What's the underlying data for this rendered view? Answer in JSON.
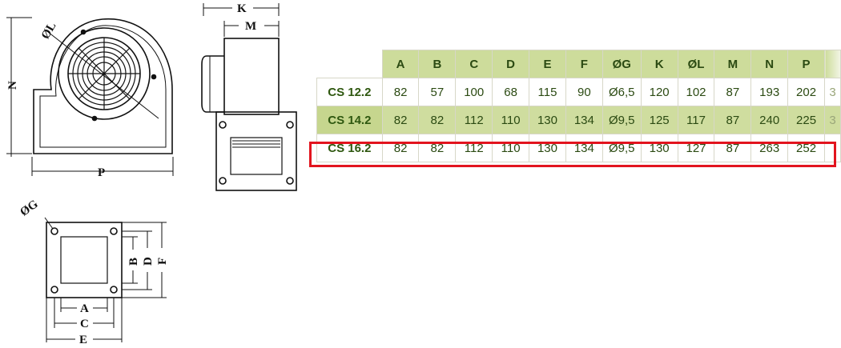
{
  "diagram": {
    "labels": {
      "dim_L": "ØL",
      "dim_N": "N",
      "dim_P": "P",
      "dim_K": "K",
      "dim_M": "M",
      "dim_G": "ØG",
      "dim_A": "A",
      "dim_C": "C",
      "dim_E": "E",
      "dim_B": "B",
      "dim_D": "D",
      "dim_F": "F"
    }
  },
  "table": {
    "columns": [
      "A",
      "B",
      "C",
      "D",
      "E",
      "F",
      "ØG",
      "K",
      "ØL",
      "M",
      "N",
      "P"
    ],
    "rows": [
      {
        "model": "CS 12.2",
        "values": [
          "82",
          "57",
          "100",
          "68",
          "115",
          "90",
          "Ø6,5",
          "120",
          "102",
          "87",
          "193",
          "202"
        ],
        "next": "3"
      },
      {
        "model": "CS 14.2",
        "values": [
          "82",
          "82",
          "112",
          "110",
          "130",
          "134",
          "Ø9,5",
          "125",
          "117",
          "87",
          "240",
          "225"
        ],
        "next": "3"
      },
      {
        "model": "CS 16.2",
        "values": [
          "82",
          "82",
          "112",
          "110",
          "130",
          "134",
          "Ø9,5",
          "130",
          "127",
          "87",
          "263",
          "252"
        ],
        "next": ""
      }
    ],
    "highlighted_row": "CS 16.2",
    "highlight_color": "#e2141e",
    "header_color": "#cddc9b"
  }
}
